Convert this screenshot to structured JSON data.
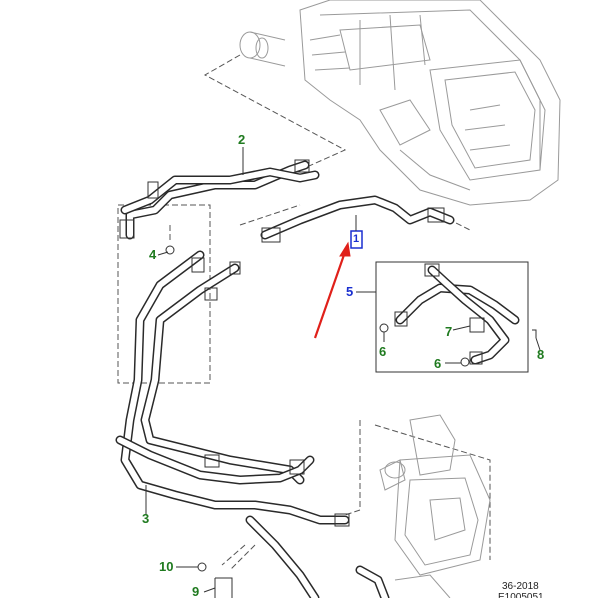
{
  "callouts": {
    "c1": "1",
    "c2": "2",
    "c3": "3",
    "c4": "4",
    "c5": "5",
    "c6a": "6",
    "c6b": "6",
    "c7": "7",
    "c8": "8",
    "c9": "9",
    "c10": "10"
  },
  "footer": {
    "code": "36-2018",
    "ref": "E1005051"
  },
  "colors": {
    "callout": "#1f7a1f",
    "highlight": "#1a2fd0",
    "arrow": "#e0201a"
  }
}
